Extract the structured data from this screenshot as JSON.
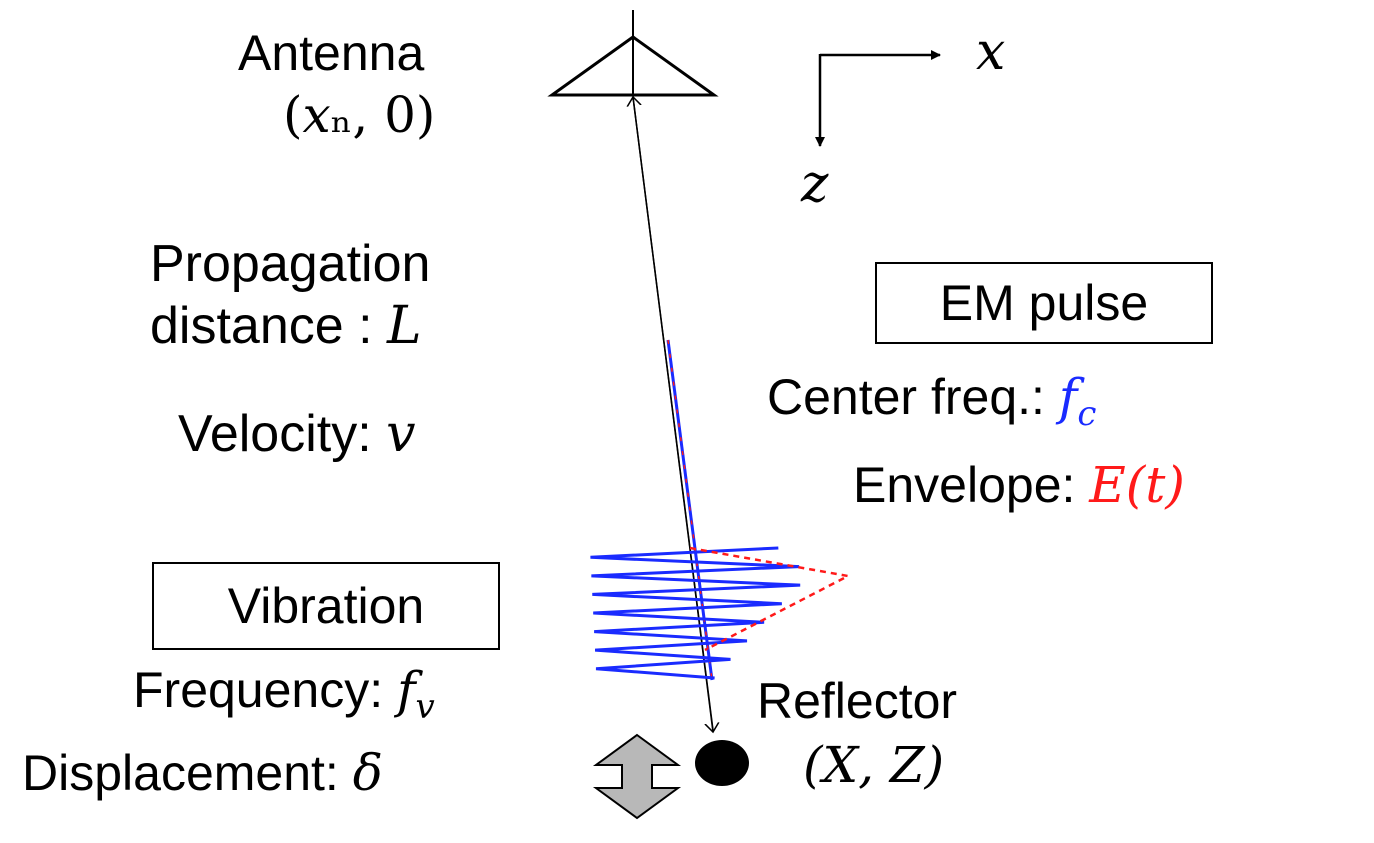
{
  "antenna": {
    "label": "Antenna",
    "position": "(𝑥ₙ, 0)"
  },
  "axes": {
    "x_label": "x",
    "z_label": "z"
  },
  "propagation": {
    "line1": "Propagation",
    "line2_text": "distance : ",
    "line2_symbol": "L"
  },
  "velocity": {
    "text": "Velocity: ",
    "symbol": "v"
  },
  "em_pulse": {
    "title": "EM pulse",
    "center_freq_text": "Center freq.: ",
    "center_freq_symbol": "f",
    "center_freq_subscript": "c",
    "envelope_text": "Envelope: ",
    "envelope_symbol": "E(t)"
  },
  "vibration": {
    "title": "Vibration",
    "frequency_text": "Frequency: ",
    "frequency_symbol": "f",
    "frequency_subscript": "v",
    "displacement_text": "Displacement: ",
    "displacement_symbol": "δ"
  },
  "reflector": {
    "label": "Reflector",
    "position": "(X, Z)"
  },
  "colors": {
    "carrier": "#1a2bff",
    "envelope": "#ff1a1a",
    "arrow_fill": "#b8b8b8",
    "ink": "#000000"
  }
}
